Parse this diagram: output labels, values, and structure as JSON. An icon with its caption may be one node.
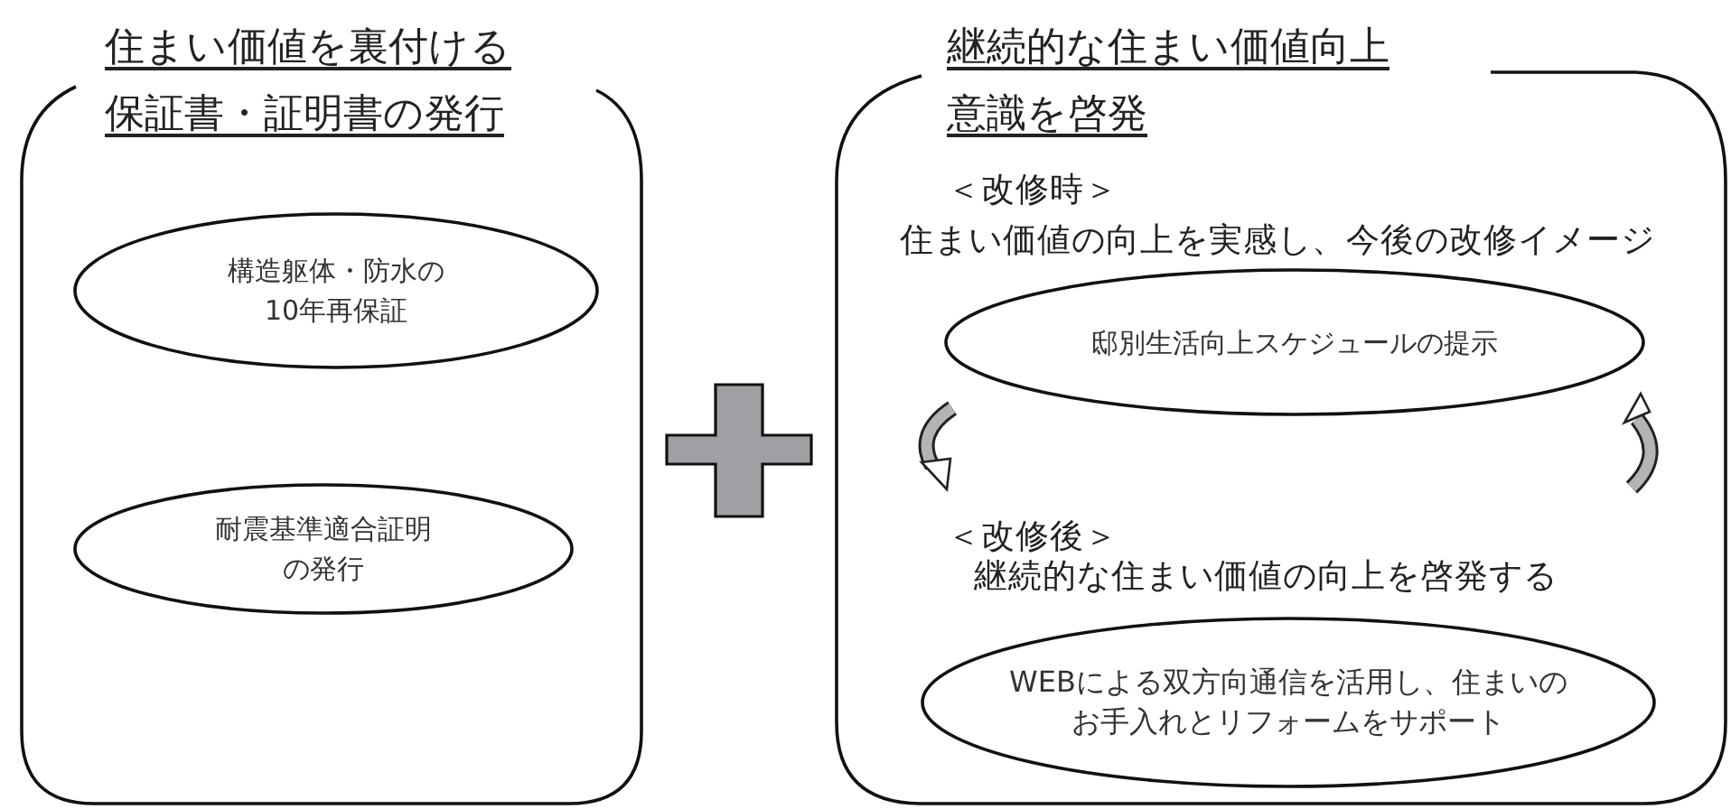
{
  "diagram": {
    "nodes": [
      {
        "text": [
          "住まい価値を裏付ける保証書・証明書の発行"
        ]
      },
      {
        "text": [
          "構造躯体・防水の10年再保証"
        ],
        "in": 0
      },
      {
        "text": [
          "耐震基準適合証明の発行"
        ],
        "in": 0
      },
      {
        "text": [
          "継続的な住まい価値向上意識を啓発",
          "＜改修時＞",
          "住まい価値の向上を実感し、今後の改修イメージ",
          "＜改修後＞",
          "継続的な住まい価値の向上を啓発する"
        ]
      },
      {
        "text": [
          "邸別生活向上スケジュールの提示"
        ],
        "in": 3
      },
      {
        "text": [
          "WEBによる双方向通信を活用し、住まいのお手入れとリフォームをサポート"
        ],
        "in": 3
      }
    ]
  }
}
